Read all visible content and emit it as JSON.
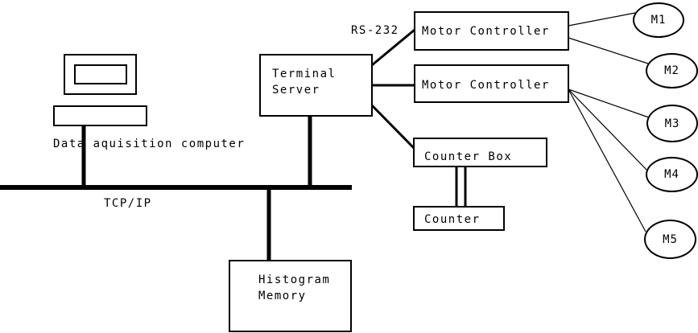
{
  "colors": {
    "ink": "#000000",
    "background": "#ffffff"
  },
  "nodes": {
    "data_acquisition_computer": {
      "label": "Data aquisition computer"
    },
    "terminal_server": {
      "label": "Terminal\nServer"
    },
    "motor_controller_1": {
      "label": "Motor Controller"
    },
    "motor_controller_2": {
      "label": "Motor Controller"
    },
    "counter_box": {
      "label": "Counter Box"
    },
    "counter": {
      "label": "Counter"
    },
    "histogram_memory": {
      "label": "Histogram\nMemory"
    }
  },
  "connections": {
    "bus_label": "TCP/IP",
    "serial_label": "RS-232"
  },
  "motors": [
    {
      "label": "M1"
    },
    {
      "label": "M2"
    },
    {
      "label": "M3"
    },
    {
      "label": "M4"
    },
    {
      "label": "M5"
    }
  ]
}
